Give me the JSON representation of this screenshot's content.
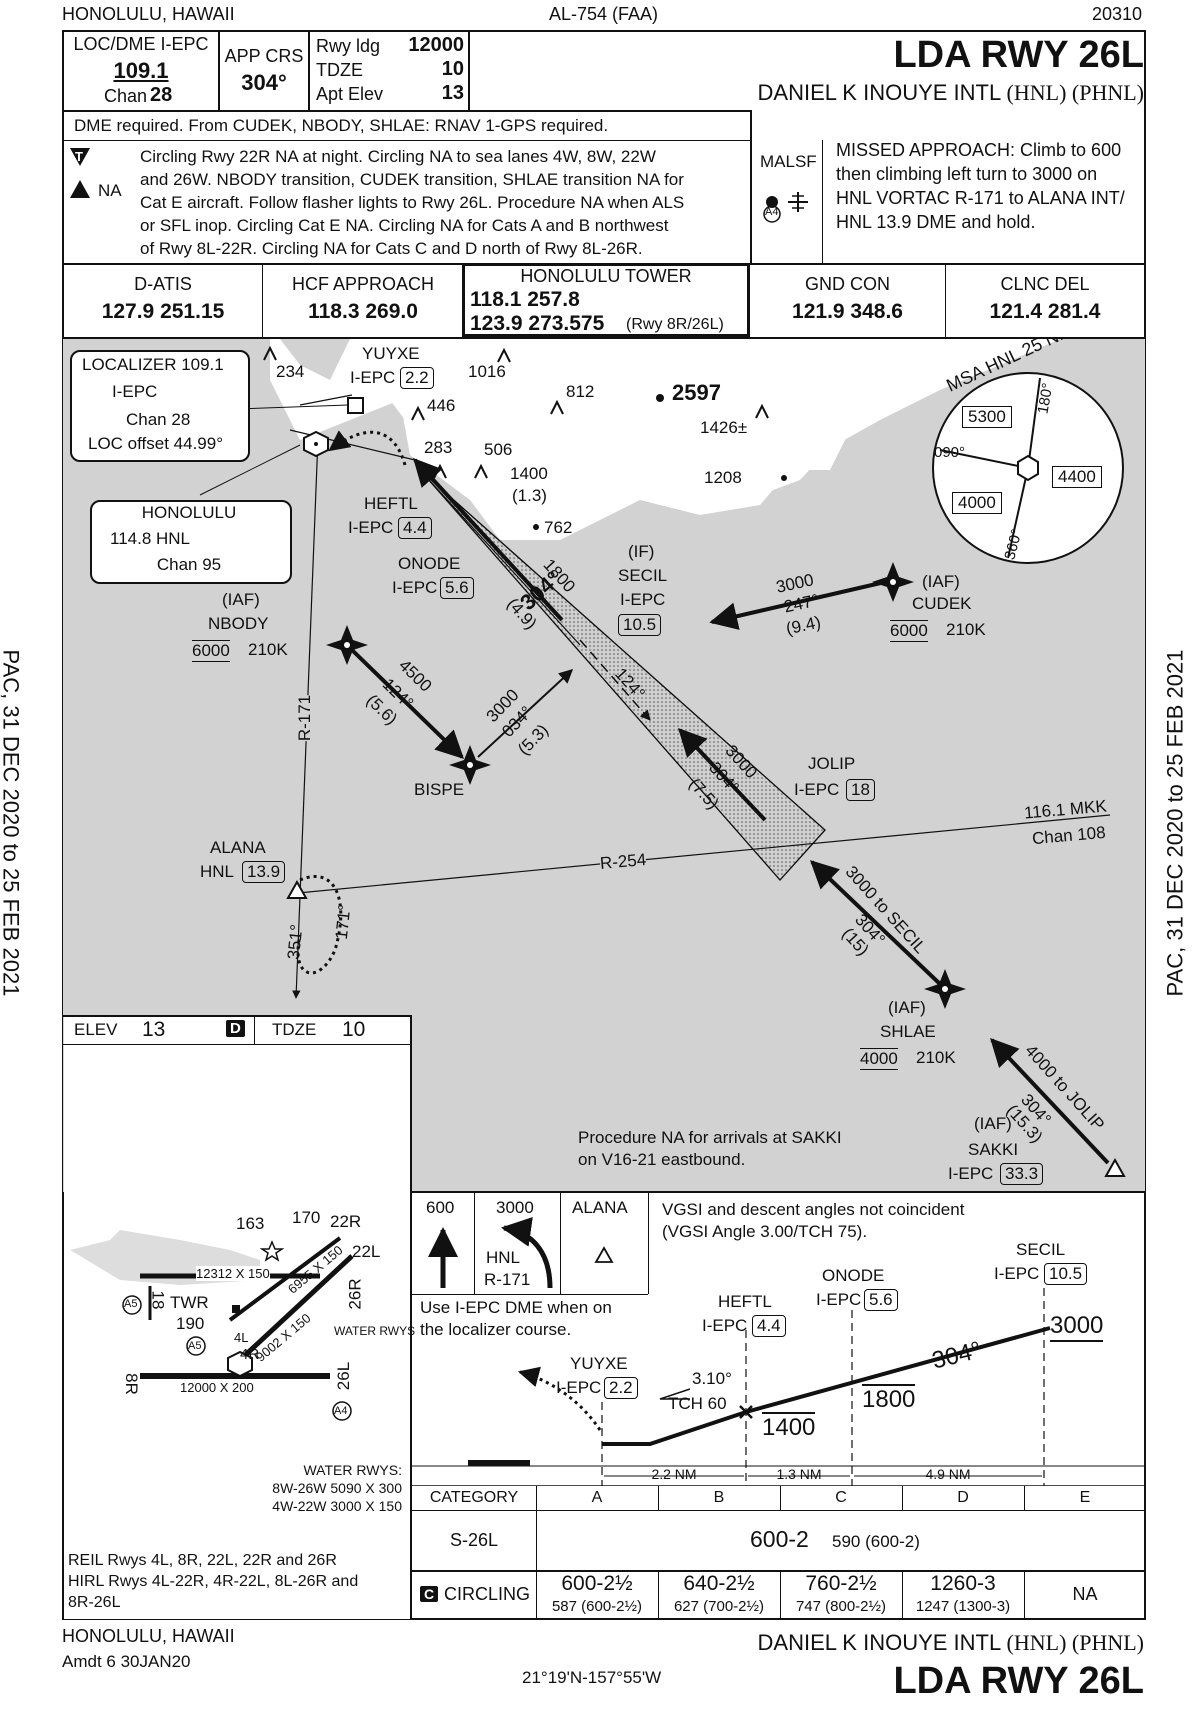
{
  "header": {
    "location": "HONOLULU, HAWAII",
    "proc_id": "AL-754 (FAA)",
    "cycle": "20310"
  },
  "title": {
    "name": "LDA RWY 26L",
    "airport": "DANIEL K INOUYE INTL",
    "airport_codes": "(HNL) (PHNL)"
  },
  "briefing": {
    "loc_label": "LOC/DME I-EPC",
    "loc_freq": "109.1",
    "chan_label": "Chan",
    "chan_num": "28",
    "app_crs_label": "APP CRS",
    "app_crs": "304°",
    "rwy_ldg_label": "Rwy ldg",
    "rwy_ldg": "12000",
    "tdze_label": "TDZE",
    "tdze": "10",
    "apt_elev_label": "Apt Elev",
    "apt_elev": "13"
  },
  "notes": {
    "dme_required": "DME required.  From CUDEK, NBODY, SHLAE: RNAV 1-GPS required.",
    "na_label": "NA",
    "lines": [
      "Circling Rwy 22R NA at night.  Circling NA to sea lanes 4W, 8W, 22W",
      "and 26W.  NBODY transition, CUDEK transition, SHLAE transition NA for",
      "Cat E aircraft.  Follow flasher lights to Rwy 26L.  Procedure NA when ALS",
      "or SFL inop.  Circling Cat E NA.  Circling NA for Cats A and B northwest",
      "of Rwy 8L-22R.  Circling NA for Cats C and D north of Rwy 8L-26R."
    ],
    "malsf": "MALSF",
    "malsf_symbol": "A4",
    "missed_lines": [
      "MISSED APPROACH: Climb to 600",
      "then climbing left turn to 3000 on",
      "HNL VORTAC R-171 to ALANA INT/",
      "HNL 13.9 DME and hold."
    ]
  },
  "comms": [
    {
      "name": "D-ATIS",
      "freq": "127.9  251.15"
    },
    {
      "name": "HCF APPROACH",
      "freq": "118.3  269.0"
    },
    {
      "name": "GND CON",
      "freq": "121.9  348.6"
    },
    {
      "name": "CLNC DEL",
      "freq": "121.4  281.4"
    }
  ],
  "tower": {
    "name": "HONOLULU TOWER",
    "freq1": "118.1  257.8",
    "freq2": "123.9  273.575",
    "freq2_note": "(Rwy 8R/26L)"
  },
  "plan": {
    "localizer_box": {
      "l1": "LOCALIZER  109.1",
      "l2": "I-EPC",
      "l3": "Chan 28",
      "l4": "LOC offset 44.99°"
    },
    "vortac_box": {
      "l1": "HONOLULU",
      "l2": "114.8  HNL",
      "l3": "Chan 95"
    },
    "msa": {
      "title": "MSA HNL 25 NM",
      "alt_nw": "5300",
      "alt_e": "4400",
      "alt_sw": "4000",
      "r180": "180°",
      "r090": "090°",
      "r360": "360°"
    },
    "obstacles": [
      "234",
      "1016",
      "446",
      "812",
      "2597",
      "1426±",
      "283",
      "506",
      "1400",
      "(1.3)",
      "1208",
      "762"
    ],
    "yuyxe": {
      "name": "YUYXE",
      "dme_label": "I-EPC",
      "dme": "2.2"
    },
    "heftl": {
      "name": "HEFTL",
      "dme_label": "I-EPC",
      "dme": "4.4"
    },
    "onode": {
      "name": "ONODE",
      "dme_label": "I-EPC",
      "dme": "5.6"
    },
    "secil": {
      "if": "(IF)",
      "name": "SECIL",
      "dme_label": "I-EPC",
      "dme": "10.5"
    },
    "jolip": {
      "name": "JOLIP",
      "dme_label": "I-EPC",
      "dme": "18"
    },
    "nbody": {
      "iaf": "(IAF)",
      "name": "NBODY",
      "alt": "6000",
      "spd": "210K"
    },
    "cudek": {
      "iaf": "(IAF)",
      "name": "CUDEK",
      "alt": "6000",
      "spd": "210K"
    },
    "shlae": {
      "iaf": "(IAF)",
      "name": "SHLAE",
      "alt": "4000",
      "spd": "210K"
    },
    "sakki": {
      "iaf": "(IAF)",
      "name": "SAKKI",
      "dme_label": "I-EPC",
      "dme": "33.3"
    },
    "bispe": "BISPE",
    "alana": {
      "name": "ALANA",
      "label": "HNL",
      "dme": "13.9"
    },
    "mkk": {
      "l1": "116.1 MKK",
      "l2": "Chan 108"
    },
    "r254": "R-254",
    "r171": "R-171",
    "legs": {
      "final_alt": "1800",
      "final_crs": "304°",
      "final_dist": "(4.9)",
      "cudek_alt": "3000",
      "cudek_crs": "247°",
      "cudek_dist": "(9.4)",
      "nbody_alt": "4500",
      "nbody_crs": "124°",
      "nbody_dist": "(5.6)",
      "bispe_alt": "3000",
      "bispe_crs": "034°",
      "bispe_dist": "(5.3)",
      "secil_jolip_crs": "124°",
      "jolip_alt": "3000",
      "jolip_crs": "304°",
      "jolip_dist": "(7.5)",
      "shlae_alt": "3000 to SECIL",
      "shlae_crs": "304°",
      "shlae_dist": "(15)",
      "sakki_alt": "4000 to JOLIP",
      "sakki_crs": "304°",
      "sakki_dist": "(15.3)",
      "hold_out": "351°",
      "hold_in": "171°"
    },
    "sakki_note": [
      "Procedure NA for arrivals at SAKKI",
      "on V16-21 eastbound."
    ]
  },
  "airport": {
    "elev_label": "ELEV",
    "elev": "13",
    "d_symbol": "D",
    "tdze_label": "TDZE",
    "tdze": "10",
    "labels": [
      "163",
      "170",
      "22R",
      "22L",
      "12312 X 150",
      "6955 X 150",
      "26R",
      "18",
      "TWR",
      "190",
      "9002 X 150",
      "WATER RWYS",
      "4R",
      "8R",
      "12000 X 200",
      "26L",
      "A5",
      "A5",
      "A4",
      "4L"
    ],
    "water_rwys": [
      "WATER RWYS:",
      "8W-26W 5090 X 300",
      "4W-22W 3000 X 150"
    ],
    "lighting": [
      "REIL Rwys 4L, 8R, 22L, 22R and 26R",
      "HIRL Rwys 4L-22R, 4R-22L, 8L-26R and",
      "8R-26L"
    ]
  },
  "missed_icons": {
    "climb": "600",
    "turn_alt": "3000",
    "turn_fix1": "HNL",
    "turn_fix2": "R-171",
    "hold_fix": "ALANA"
  },
  "profile": {
    "vgsi_note": [
      "VGSI and descent angles not coincident",
      "(VGSI Angle 3.00/TCH 75)."
    ],
    "dme_note": [
      "Use I-EPC DME when on",
      "the localizer course."
    ],
    "gs_angle": "3.10°",
    "tch": "TCH 60",
    "crs": "304°",
    "alt_secil": "3000",
    "alt_onode": "1800",
    "alt_heftl": "1400",
    "distances": [
      "2.2 NM",
      "1.3 NM",
      "4.9 NM"
    ],
    "secil": {
      "name": "SECIL",
      "label": "I-EPC",
      "dme": "10.5"
    },
    "onode": {
      "name": "ONODE",
      "label": "I-EPC",
      "dme": "5.6"
    },
    "heftl": {
      "name": "HEFTL",
      "label": "I-EPC",
      "dme": "4.4"
    },
    "yuyxe": {
      "name": "YUYXE",
      "label": "I-EPC",
      "dme": "2.2"
    }
  },
  "minimums": {
    "header": [
      "CATEGORY",
      "A",
      "B",
      "C",
      "D",
      "E"
    ],
    "straight": {
      "label": "S-26L",
      "value": "600-2",
      "sub": "590 (600-2)"
    },
    "circling": {
      "c_symbol": "C",
      "label": "CIRCLING",
      "values": [
        "600-2½",
        "640-2½",
        "760-2½",
        "1260-3",
        "NA"
      ],
      "subs": [
        "587 (600-2½)",
        "627 (700-2½)",
        "747 (800-2½)",
        "1247 (1300-3)"
      ]
    }
  },
  "footer": {
    "location": "HONOLULU, HAWAII",
    "amdt": "Amdt 6  30JAN20",
    "coords": "21°19'N-157°55'W",
    "airport": "DANIEL K INOUYE INTL",
    "codes": "(HNL) (PHNL)",
    "title": "LDA RWY 26L"
  },
  "margin": {
    "effective": "PAC,  31 DEC 2020  to  25 FEB 2021"
  },
  "colors": {
    "water": "#d2d2d2",
    "land": "#ffffff",
    "ink": "#111111"
  }
}
